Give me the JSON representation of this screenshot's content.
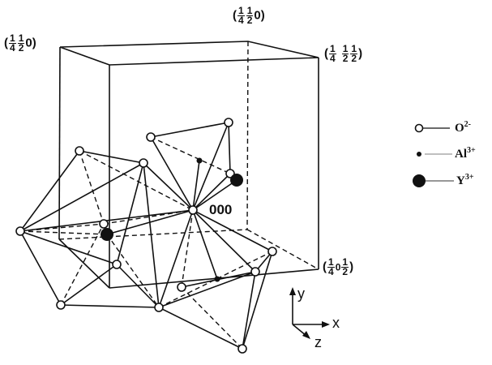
{
  "labels": {
    "corner_top_left": {
      "paren_open": "(",
      "f1_num": "1",
      "f1_den": "4",
      "f2_num": "1",
      "f2_den": "2",
      "tail": "0)"
    },
    "corner_top_back": {
      "paren_open": "(",
      "f1_num": "1",
      "f1_den": "4",
      "f2_num": "1",
      "f2_den": "2",
      "tail": "0)"
    },
    "corner_top_right": {
      "paren_open": "(",
      "f1_num": "1",
      "f1_den": "4",
      "f2_num": "1",
      "f2_den": "2",
      "f3_num": "1",
      "f3_den": "2",
      "tail": ")"
    },
    "corner_bottom_right": {
      "paren_open": "(",
      "f1_num": "1",
      "f1_den": "4",
      "mid": "0",
      "f2_num": "1",
      "f2_den": "2",
      "tail": ")"
    },
    "origin": "000"
  },
  "legend": [
    {
      "ion": "O",
      "charge": "2-"
    },
    {
      "ion": "Al",
      "charge": "3+"
    },
    {
      "ion": "Y",
      "charge": "3+"
    }
  ],
  "axes": {
    "y": "y",
    "x": "x",
    "z": "z"
  }
}
